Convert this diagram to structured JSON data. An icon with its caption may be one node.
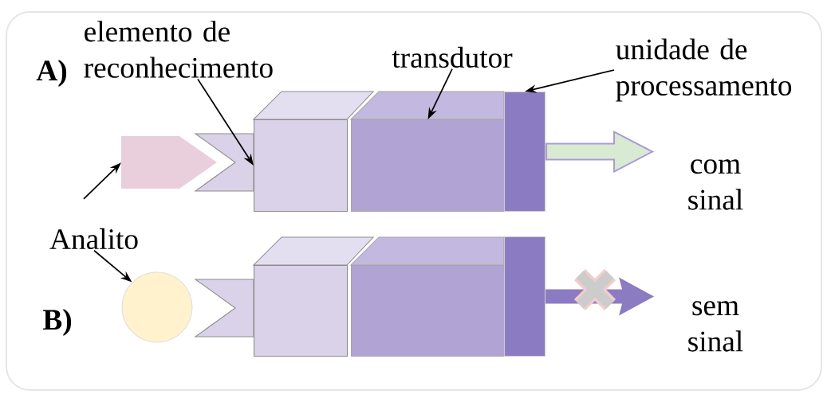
{
  "diagram": {
    "nodes": [
      {
        "text": [
          "elemento de reconhecimento"
        ]
      },
      {
        "text": [],
        "shape": "box"
      },
      {
        "text": [
          "transdutor"
        ]
      },
      {
        "text": [],
        "shape": "box"
      },
      {
        "text": [
          "unidade de processamento"
        ]
      },
      {
        "text": [],
        "shape": "bar"
      },
      {
        "text": [],
        "shape": "pentagon"
      },
      {
        "text": [
          "Analito"
        ]
      },
      {
        "text": [],
        "shape": "circle"
      },
      {
        "text": [],
        "shape": "box"
      },
      {
        "text": [],
        "shape": "box"
      },
      {
        "text": [],
        "shape": "bar"
      }
    ],
    "edges": [
      {
        "from": 0,
        "to": 1,
        "arrow": "to"
      },
      {
        "from": 2,
        "to": 3,
        "arrow": "to"
      },
      {
        "from": 4,
        "to": 5,
        "arrow": "to"
      },
      {
        "from": null,
        "to": 6,
        "arrow": "to"
      },
      {
        "from": 7,
        "to": 8,
        "arrow": "to"
      },
      {
        "from": 5,
        "to": null,
        "arrow": "to"
      },
      {
        "from": 11,
        "to": null,
        "arrow": "to"
      }
    ],
    "labels": [
      "A)",
      "B)",
      "com sinal",
      "sem sinal"
    ]
  }
}
